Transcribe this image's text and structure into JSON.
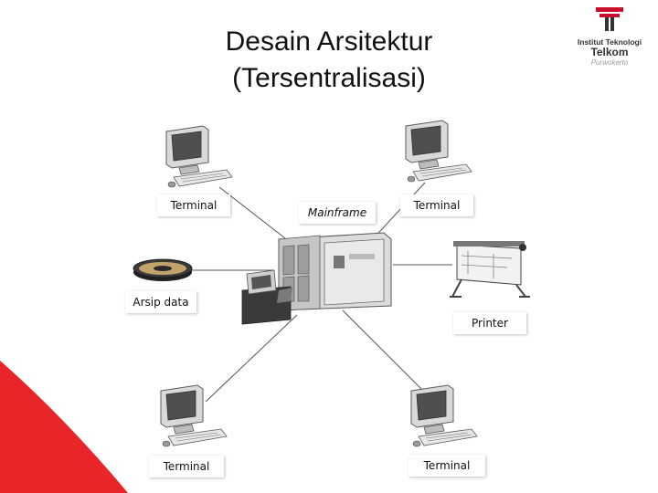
{
  "slide": {
    "title_line1": "Desain Arsitektur",
    "title_line2": "(Tersentralisasi)"
  },
  "logo": {
    "line1": "Institut Teknologi",
    "line2": "Telkom",
    "line3": "Purwokerto",
    "color_red": "#c8102e",
    "color_gray": "#333333"
  },
  "diagram": {
    "hub": "Mainframe",
    "nodes": {
      "terminal_top_left": "Terminal",
      "terminal_top_right": "Terminal",
      "archive": "Arsip data",
      "printer": "Printer",
      "terminal_bottom_left": "Terminal",
      "terminal_bottom_right": "Terminal"
    },
    "icons": {
      "terminal": "computer-terminal-icon",
      "mainframe": "mainframe-icon",
      "archive": "tape-reel-icon",
      "printer": "plotter-icon"
    }
  },
  "colors": {
    "accent_red": "#e8262a",
    "text": "#111111"
  }
}
